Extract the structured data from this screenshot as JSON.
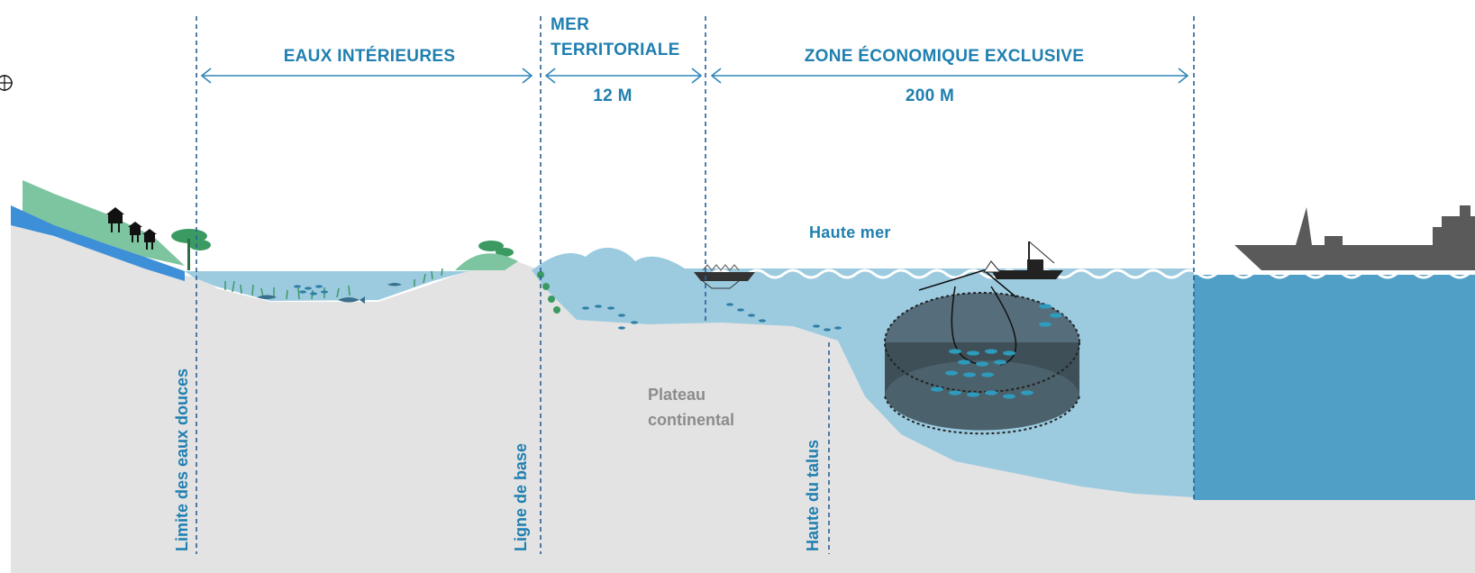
{
  "zones": {
    "interior": {
      "label": "EAUX INTÉRIEURES"
    },
    "territorial": {
      "label_line1": "MER",
      "label_line2": "TERRITORIALE",
      "distance": "12 M"
    },
    "eez": {
      "label": "ZONE ÉCONOMIQUE EXCLUSIVE",
      "distance": "200 M"
    }
  },
  "boundaries": {
    "freshwater": "Limite des eaux douces",
    "baseline": "Ligne de base",
    "slope": "Haute du talus"
  },
  "areas": {
    "high_seas": "Haute mer",
    "shelf_line1": "Plateau",
    "shelf_line2": "continental"
  },
  "colors": {
    "seabed": "#e3e3e3",
    "shallow_water": "#9ccbe0",
    "deep_water": "#4f9fc6",
    "land_green": "#7dc5a0",
    "river": "#3d8fd8",
    "label_blue": "#1f7fb0",
    "boundary_line": "#2b5f93",
    "ship": "#5a5a5a"
  }
}
